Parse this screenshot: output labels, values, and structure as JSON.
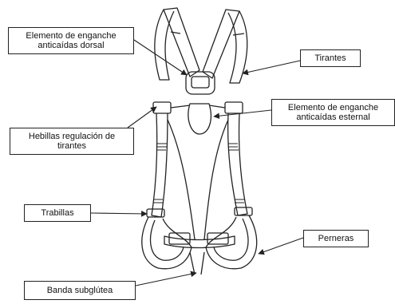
{
  "labels": {
    "dorsal": {
      "line1": "Elemento de enganche",
      "line2": "anticaídas dorsal"
    },
    "tirantes": "Tirantes",
    "esternal": {
      "line1": "Elemento de enganche",
      "line2": "anticaídas esternal"
    },
    "hebillas": {
      "line1": "Hebillas regulación de",
      "line2": "tirantes"
    },
    "trabillas": "Trabillas",
    "perneras": "Perneras",
    "banda": "Banda subglútea"
  },
  "colors": {
    "line": "#222222",
    "background": "#ffffff"
  }
}
